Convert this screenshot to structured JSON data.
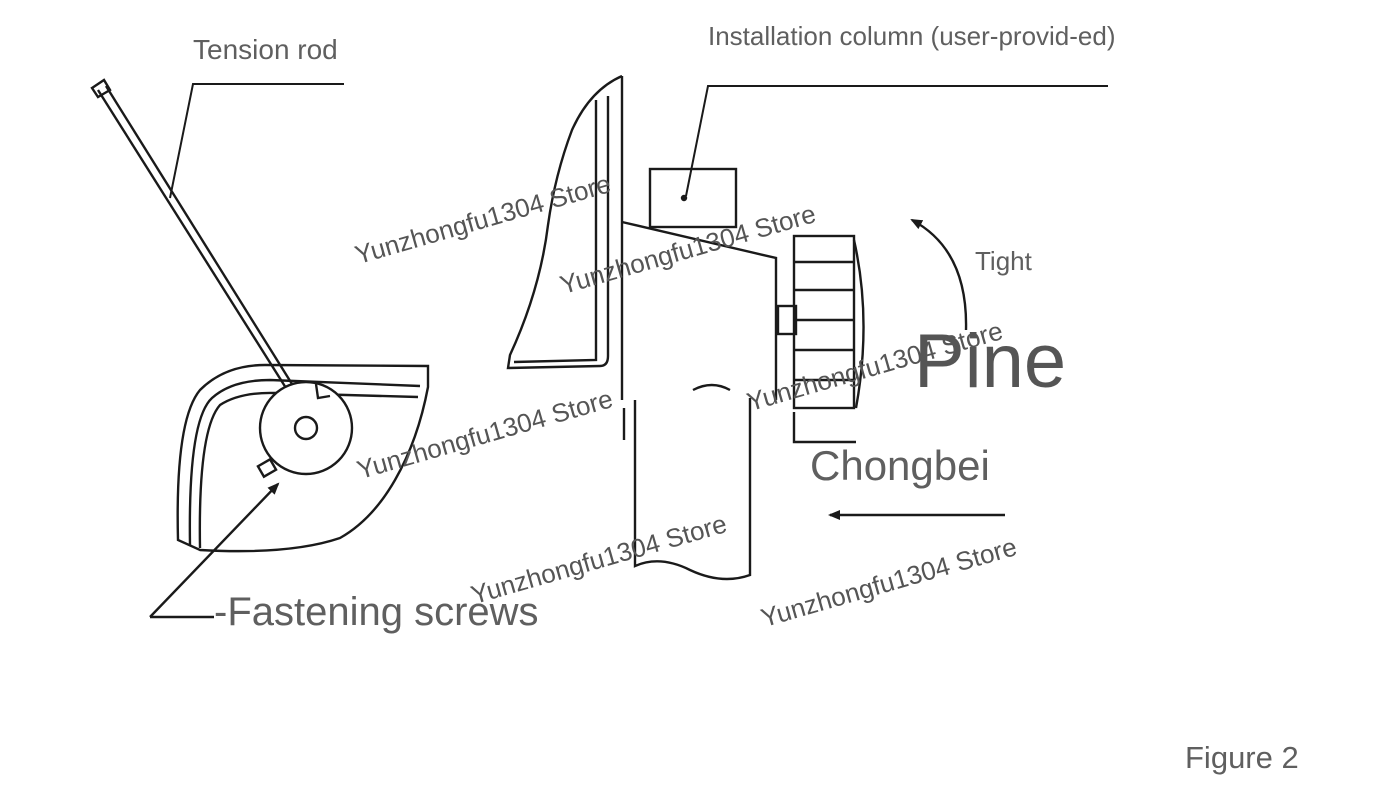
{
  "labels": {
    "tension_rod": "Tension rod",
    "installation_column": "Installation column (user-provid-ed)",
    "tight": "Tight",
    "pine": "Pine",
    "chongbei": "Chongbei",
    "fastening_screws": "-Fastening screws",
    "figure": "Figure 2"
  },
  "watermark": {
    "text": "Yunzhongfu1304 Store"
  },
  "colors": {
    "line": "#1a1a1a",
    "text": "#5f5f5f"
  }
}
